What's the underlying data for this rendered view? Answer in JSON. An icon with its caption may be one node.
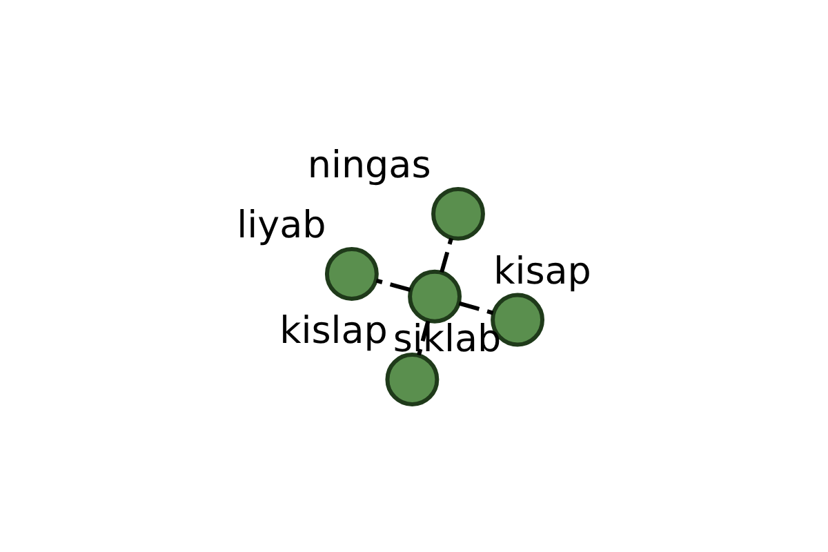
{
  "diagram": {
    "nodes": [
      {
        "text": [],
        "shape": "circle",
        "beside": [
          "liyab"
        ]
      },
      {
        "text": [],
        "shape": "circle",
        "beside": [
          "kisap"
        ]
      },
      {
        "text": [],
        "shape": "circle",
        "beside": [
          "kislap"
        ]
      },
      {
        "text": [],
        "shape": "circle",
        "beside": [
          "siklab"
        ]
      },
      {
        "text": [],
        "shape": "circle",
        "beside": [
          "ningas"
        ]
      }
    ],
    "edges": [
      {
        "from": 3,
        "to": 0,
        "arrow": "none",
        "style": "dashed"
      },
      {
        "from": 3,
        "to": 1,
        "arrow": "none",
        "style": "dashed"
      },
      {
        "from": 3,
        "to": 2,
        "arrow": "none",
        "style": "dashed"
      },
      {
        "from": 3,
        "to": 4,
        "arrow": "none",
        "style": "dashed"
      }
    ]
  }
}
